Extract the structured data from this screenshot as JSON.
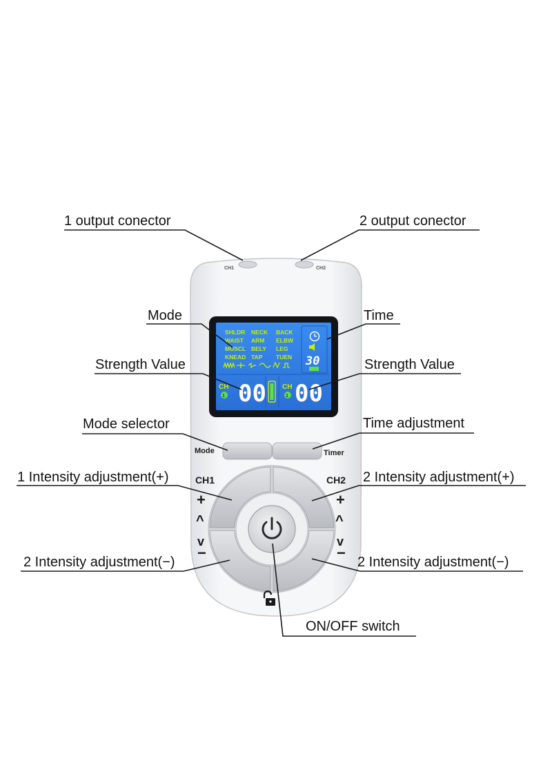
{
  "callouts": {
    "ch1_output": "1 output conector",
    "ch2_output": "2 output conector",
    "mode": "Mode",
    "time": "Time",
    "strength_left": "Strength Value",
    "strength_right": "Strength Value",
    "mode_selector": "Mode selector",
    "time_adjustment": "Time adjustment",
    "intensity_plus_left": "1 Intensity adjustment(+)",
    "intensity_plus_right": "2 Intensity adjustment(+)",
    "intensity_minus_left": "2 Intensity adjustment(−)",
    "intensity_minus_right": "2 Intensity adjustment(−)",
    "power": "ON/OFF switch"
  },
  "device": {
    "port_left": "CH1",
    "port_right": "CH2",
    "mode_button": "Mode",
    "timer_button": "Timer",
    "ch1": "CH1",
    "ch2": "CH2",
    "plus": "+",
    "minus": "−",
    "up_glyph": "^",
    "down_glyph": "v"
  },
  "lcd": {
    "programs": [
      "SHLDR",
      "NECK",
      "BACK",
      "WAIST",
      "ARM",
      "ELBW",
      "MUSCL",
      "BELY",
      "LEG",
      "KNEAD",
      "TAP",
      "TUEN"
    ],
    "timer_value": "30",
    "ch_label": "CH",
    "ch1_num": "1",
    "ch2_num": "1",
    "ch1_strength": "00",
    "ch2_strength": "00"
  },
  "colors": {
    "lcd_background": "#2f7fe6",
    "lcd_text": "#c8f000",
    "lcd_highlight": "#5fe048",
    "body": "#f4f5f6",
    "buttons": "#c9ccd1"
  }
}
